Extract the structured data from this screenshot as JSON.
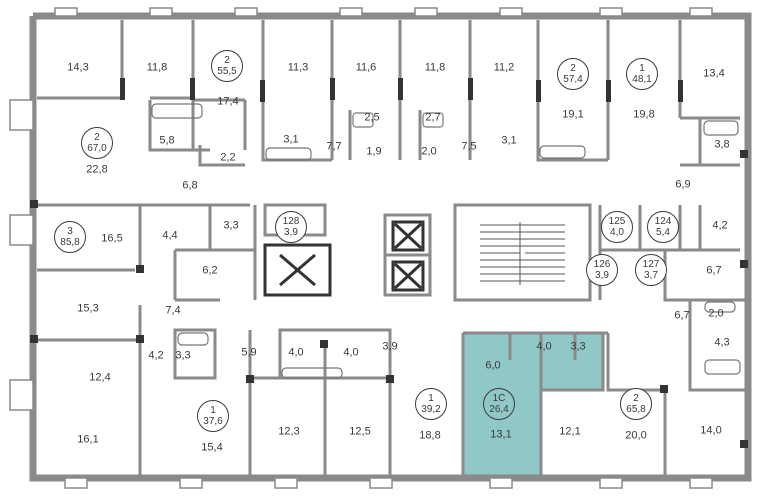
{
  "floorplan": {
    "highlight_color": "#8fc8c6",
    "wall_color": "#8a8a8a",
    "dark_color": "#333333",
    "room_areas": {
      "r01": "14,3",
      "r02": "11,8",
      "r03": "17,4",
      "r04": "11,3",
      "r05": "11,6",
      "r06": "11,8",
      "r07": "11,2",
      "r08": "19,1",
      "r09": "19,8",
      "r10": "13,4",
      "r11": "5,8",
      "r12": "2,2",
      "r13": "3,1",
      "r14": "2,5",
      "r15": "2,7",
      "r16": "3,1",
      "r17": "7,7",
      "r18": "1,9",
      "r19": "2,0",
      "r20": "7,5",
      "r21": "3,8",
      "r22": "22,8",
      "r23": "6,8",
      "r24": "6,9",
      "r25": "16,5",
      "r26": "4,4",
      "r27": "3,3",
      "r28": "4,2",
      "r29": "6,2",
      "r30": "6,7",
      "r31": "15,3",
      "r32": "7,4",
      "r33": "6,7",
      "r34": "2,0",
      "r35": "4,3",
      "r36": "12,4",
      "r37": "4,2",
      "r38": "3,3",
      "r39": "5,9",
      "r40": "4,0",
      "r41": "4,0",
      "r42": "3,9",
      "r43": "6,0",
      "r44": "4,0",
      "r45": "3,3",
      "r46": "16,1",
      "r47": "15,4",
      "r48": "12,3",
      "r49": "12,5",
      "r50": "18,8",
      "r51": "13,1",
      "r52": "12,1",
      "r53": "20,0",
      "r54": "14,0"
    },
    "apartments": {
      "a1": {
        "type": "2",
        "area": "55,5"
      },
      "a2": {
        "type": "2",
        "area": "57,4"
      },
      "a3": {
        "type": "1",
        "area": "48,1"
      },
      "a4": {
        "type": "2",
        "area": "67,0"
      },
      "a5": {
        "type": "3",
        "area": "85,8"
      },
      "a6": {
        "type": "128",
        "area": "3,9"
      },
      "a7": {
        "type": "125",
        "area": "4,0"
      },
      "a8": {
        "type": "124",
        "area": "5,4"
      },
      "a9": {
        "type": "126",
        "area": "3,9"
      },
      "a10": {
        "type": "127",
        "area": "3,7"
      },
      "a11": {
        "type": "1",
        "area": "37,6"
      },
      "a12": {
        "type": "1",
        "area": "39,2"
      },
      "a13": {
        "type": "1С",
        "area": "26,4"
      },
      "a14": {
        "type": "2",
        "area": "65,8"
      }
    }
  }
}
